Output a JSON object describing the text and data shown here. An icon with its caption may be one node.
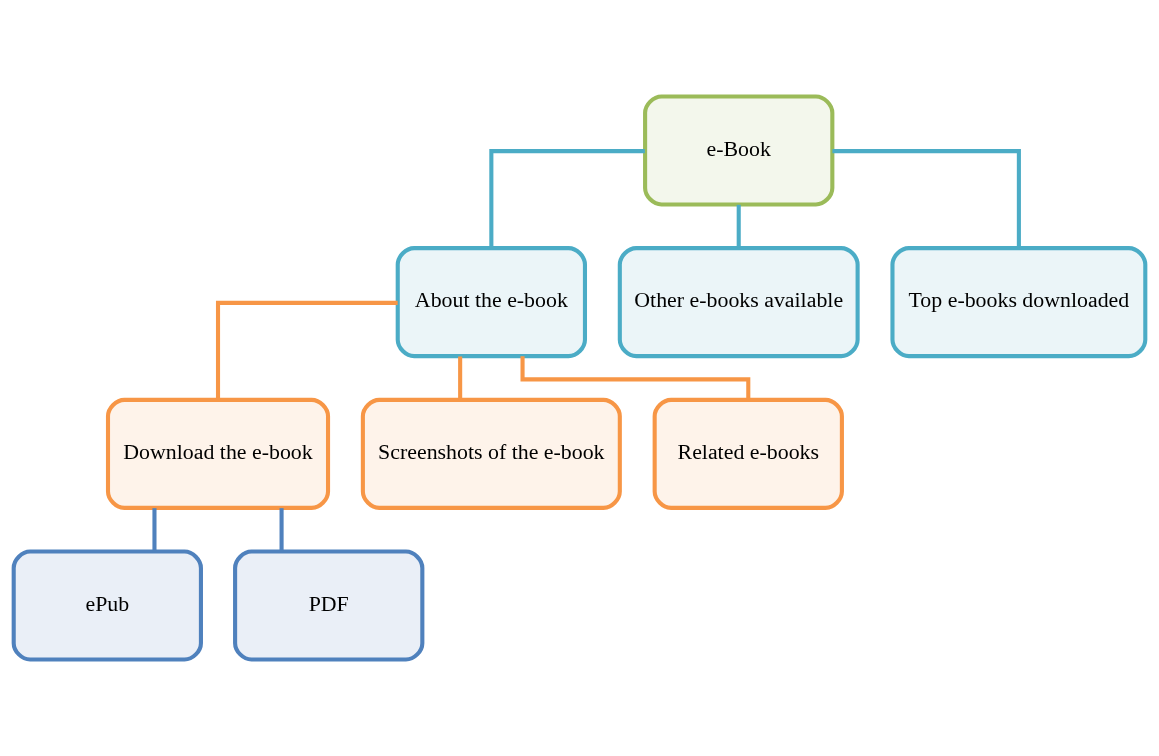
{
  "diagram": {
    "nodes": [
      {
        "text": [
          "e-Book"
        ]
      },
      {
        "text": [
          "About the e-book"
        ]
      },
      {
        "text": [
          "Other e-books available"
        ]
      },
      {
        "text": [
          "Top e-books downloaded"
        ]
      },
      {
        "text": [
          "Download the e-book"
        ]
      },
      {
        "text": [
          "Screenshots of the e-book"
        ]
      },
      {
        "text": [
          "Related e-books"
        ]
      },
      {
        "text": [
          "ePub"
        ]
      },
      {
        "text": [
          "PDF"
        ]
      }
    ],
    "edges": [
      {
        "from": 0,
        "to": 1,
        "arrow": "none",
        "color": "#4bacc6"
      },
      {
        "from": 0,
        "to": 2,
        "arrow": "none",
        "color": "#4bacc6"
      },
      {
        "from": 0,
        "to": 3,
        "arrow": "none",
        "color": "#4bacc6"
      },
      {
        "from": 1,
        "to": 4,
        "arrow": "none",
        "color": "#f79646"
      },
      {
        "from": 1,
        "to": 5,
        "arrow": "none",
        "color": "#f79646"
      },
      {
        "from": 1,
        "to": 6,
        "arrow": "none",
        "color": "#f79646"
      },
      {
        "from": 4,
        "to": 7,
        "arrow": "none",
        "color": "#4f81bd"
      },
      {
        "from": 4,
        "to": 8,
        "arrow": "none",
        "color": "#4f81bd"
      }
    ]
  }
}
